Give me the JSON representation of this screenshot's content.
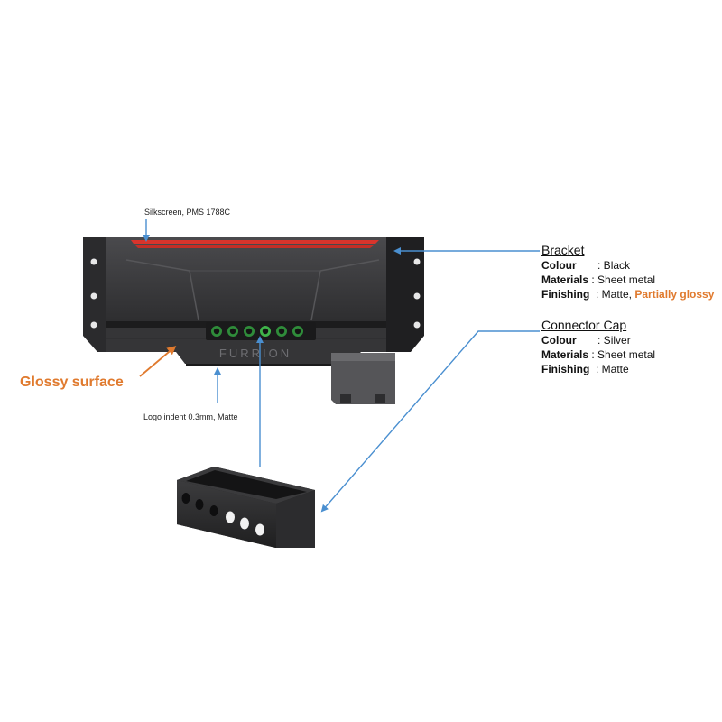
{
  "annotations": {
    "silkscreen": "Silkscreen, PMS 1788C",
    "glossy_surface": "Glossy surface",
    "logo_indent": "Logo indent 0.3mm, Matte"
  },
  "device": {
    "logo_text": "FURRION"
  },
  "bracket": {
    "title": "Bracket",
    "colour_label": "Colour",
    "colour_value": ": Black",
    "materials_label": "Materials",
    "materials_value": ": Sheet metal",
    "finishing_label": "Finishing",
    "finishing_value": ": Matte, ",
    "finishing_highlight": "Partially glossy"
  },
  "connector_cap": {
    "title": "Connector Cap",
    "colour_label": "Colour",
    "colour_value": ": Silver",
    "materials_label": "Materials",
    "materials_value": ": Sheet metal",
    "finishing_label": "Finishing",
    "finishing_value": ": Matte"
  },
  "colors": {
    "accent_orange": "#e07a2e",
    "arrow_blue": "#4a8fd0",
    "silkscreen_red": "#d8342c",
    "body_dark": "#3a3a3c",
    "connector_green": "#3fb44a"
  }
}
